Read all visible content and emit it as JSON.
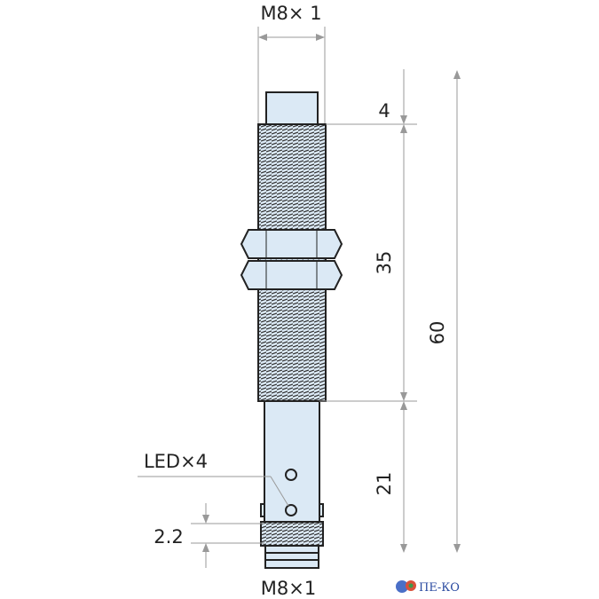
{
  "labels": {
    "top_thread": "M8× 1",
    "bottom_thread": "M8×1",
    "led": "LED×4",
    "pitch": "2.2",
    "dim_cap": "4",
    "dim_thread": "35",
    "dim_shaft": "21",
    "dim_total": "60"
  },
  "logo": {
    "text": "ПЕ-КО"
  },
  "colors": {
    "body_fill": "#dbe9f5",
    "outline": "#222222",
    "dimension": "#999999"
  }
}
